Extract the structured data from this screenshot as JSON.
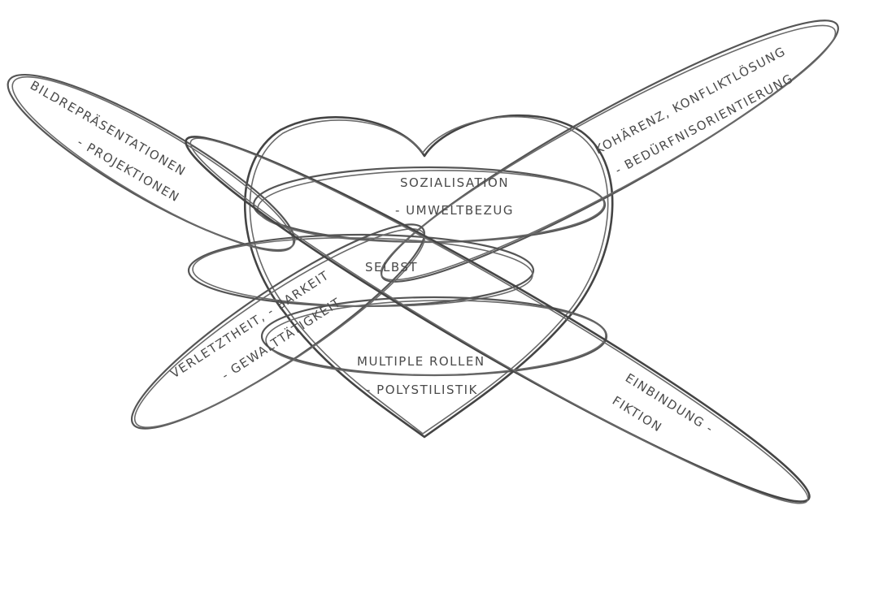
{
  "diagram": {
    "stroke_color": "#555555",
    "background": "#ffffff",
    "labels": {
      "bild_1": "BILDREPRÄSENTATIONEN",
      "bild_2": "- PROJEKTIONEN",
      "koh_1": "KOHÄRENZ, KONFLIKTLÖSUNG",
      "koh_2": "- BEDÜRFNISORIENTIERUNG",
      "soz_1": "SOZIALISATION",
      "soz_2": "- UMWELTBEZUG",
      "selbst": "SELBST",
      "verl_1": "VERLETZTHEIT, - BARKEIT",
      "verl_2": "- GEWALTTÄTIGKEIT",
      "multi_1": "MULTIPLE ROLLEN",
      "multi_2": "- POLYSTILISTIK",
      "einb_1": "EINBINDUNG -",
      "einb_2": "FIKTION"
    }
  }
}
